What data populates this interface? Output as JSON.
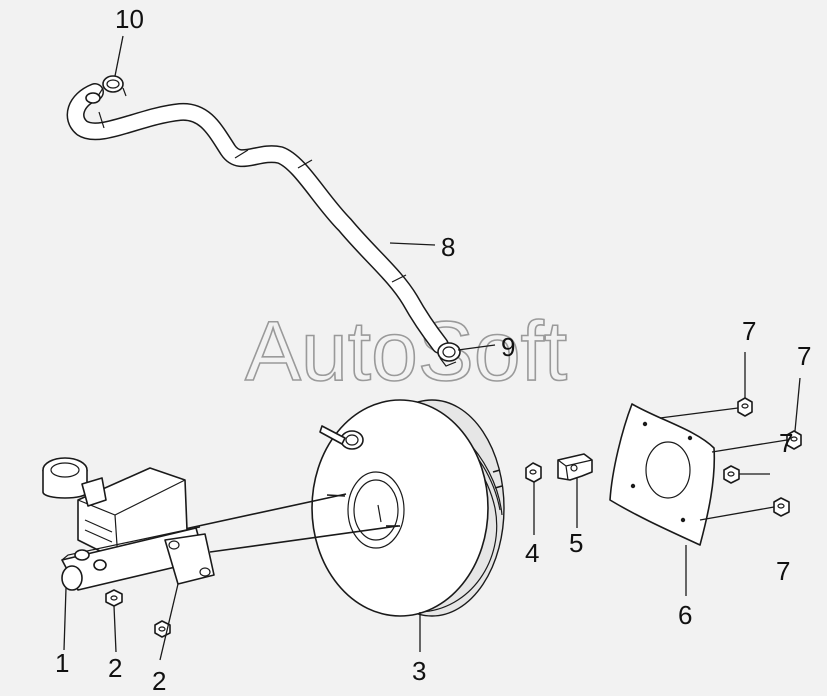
{
  "watermark": "AutoSoft",
  "colors": {
    "background": "#f2f2f2",
    "line": "#1a1a1a",
    "watermark": "#9a9a9a"
  },
  "callouts": {
    "c1": "1",
    "c2a": "2",
    "c2b": "2",
    "c3": "3",
    "c4": "4",
    "c5": "5",
    "c6": "6",
    "c7a": "7",
    "c7b": "7",
    "c7c": "7",
    "c7d": "7",
    "c8": "8",
    "c9": "9",
    "c10": "10"
  }
}
